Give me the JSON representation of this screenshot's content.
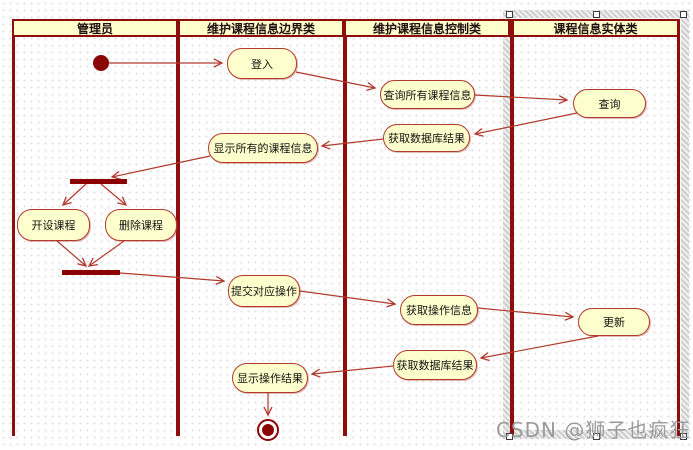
{
  "diagram": {
    "type": "uml-activity-swimlane",
    "lanes": [
      {
        "label": "管理员"
      },
      {
        "label": "维护课程信息边界类"
      },
      {
        "label": "维护课程信息控制类"
      },
      {
        "label": "课程信息实体类"
      }
    ],
    "nodes": {
      "login": {
        "label": "登入"
      },
      "query_all_course_info": {
        "label": "查询所有课程信息"
      },
      "query": {
        "label": "查询"
      },
      "get_db_result_1": {
        "label": "获取数据库结果"
      },
      "show_all_course_info": {
        "label": "显示所有的课程信息"
      },
      "open_course": {
        "label": "开设课程"
      },
      "delete_course": {
        "label": "删除课程"
      },
      "submit_operation": {
        "label": "提交对应操作"
      },
      "get_operation_info": {
        "label": "获取操作信息"
      },
      "update": {
        "label": "更新"
      },
      "get_db_result_2": {
        "label": "获取数据库结果"
      },
      "show_operation_result": {
        "label": "显示操作结果"
      }
    },
    "colors": {
      "lane_border": "#8e0d0d",
      "header_fill": "#ffffcc",
      "node_fill": "#ffffce",
      "node_border": "#b03a2e",
      "arrow": "#b03a2e",
      "bar": "#8b0000",
      "selection_hatch": "#c9c9c9"
    }
  },
  "watermark": {
    "text": "CSDN @狮子也疯狂",
    "color": "#9b9b9b"
  }
}
